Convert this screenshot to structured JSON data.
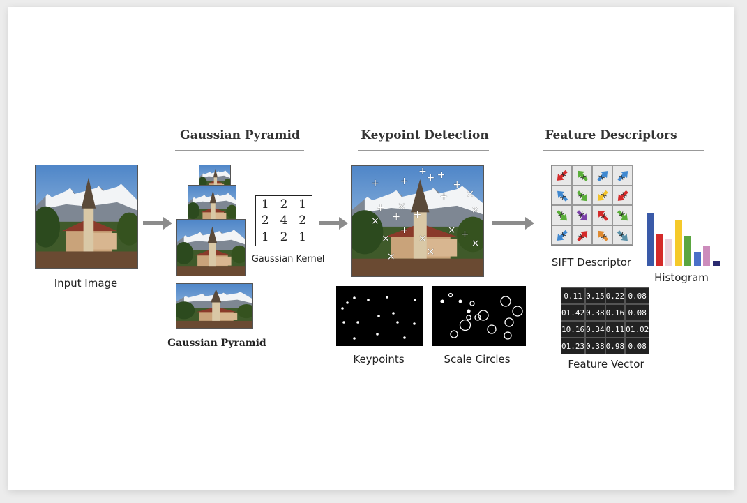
{
  "sections": {
    "pyramid_title": "Gaussian Pyramid",
    "keypoint_title": "Keypoint Detection",
    "descriptor_title": "Feature Descriptors"
  },
  "labels": {
    "input_image": "Input Image",
    "gaussian_pyramid": "Gaussian Pyramid",
    "gaussian_kernel": "Gaussian Kernel",
    "keypoints": "Keypoints",
    "scale_circles": "Scale Circles",
    "sift_descriptor": "SIFT Descriptor",
    "histogram": "Histogram",
    "feature_vector": "Feature Vector"
  },
  "kernel": [
    "1",
    "2",
    "1",
    "2",
    "4",
    "2",
    "1",
    "2",
    "1"
  ],
  "sift_cells": [
    {
      "color": "#d42a2a",
      "angle": 135
    },
    {
      "color": "#5aae3a",
      "angle": -135
    },
    {
      "color": "#3f88d0",
      "angle": -45
    },
    {
      "color": "#3f88d0",
      "angle": -45
    },
    {
      "color": "#3f88d0",
      "angle": -135
    },
    {
      "color": "#5aae3a",
      "angle": 45
    },
    {
      "color": "#f2c22a",
      "angle": 135
    },
    {
      "color": "#d42a2a",
      "angle": 135
    },
    {
      "color": "#5aae3a",
      "angle": 45
    },
    {
      "color": "#7a3fa8",
      "angle": 45
    },
    {
      "color": "#d42a2a",
      "angle": -135
    },
    {
      "color": "#5aae3a",
      "angle": 45
    },
    {
      "color": "#3f88d0",
      "angle": 135
    },
    {
      "color": "#d42a2a",
      "angle": -45
    },
    {
      "color": "#e08a30",
      "angle": -135
    },
    {
      "color": "#5a90a8",
      "angle": 45
    }
  ],
  "histogram": {
    "values": [
      0.95,
      0.57,
      0.47,
      0.82,
      0.54,
      0.25,
      0.36,
      0.09
    ],
    "colors": [
      "#3a5aa8",
      "#d42a2a",
      "#ead2de",
      "#f5c92a",
      "#5aa640",
      "#4a70c8",
      "#cc8cbc",
      "#2a2a70"
    ]
  },
  "feature_vector": [
    [
      "0.11",
      "0.15",
      "0.22",
      "0.08"
    ],
    [
      "01.42",
      "0.38",
      "0.16",
      "0.08"
    ],
    [
      "10.16",
      "0.34",
      "0.11",
      "01.02"
    ],
    [
      "01.23",
      "0.38",
      "0.98",
      "0.08"
    ]
  ]
}
